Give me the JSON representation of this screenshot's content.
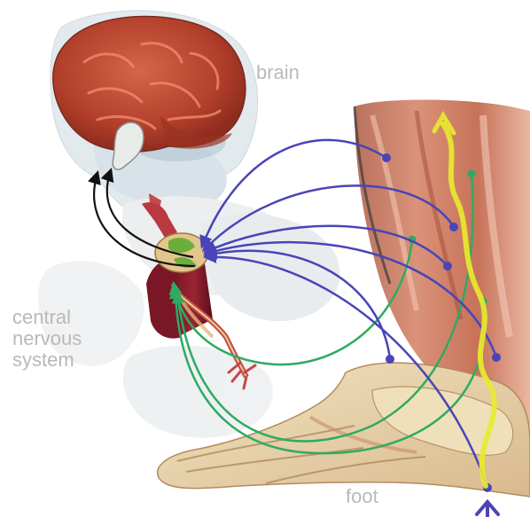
{
  "labels": {
    "brain": "brain",
    "central_nervous_system": "central\nnervous\nsystem",
    "foot": "foot"
  },
  "colors": {
    "efferent_motor_pathway": "#4a44b8",
    "afferent_sensory_pathway": "#2faa62",
    "cns_ascending_pathway": "#111111",
    "pain_signal": "#e8ea2e",
    "brain_tissue": "#c2492f",
    "spinal_cord_slice": "#e3c58e",
    "muscle": "#c96b4c",
    "bone": "#e9dcae",
    "skull_and_spine_background": "#e8ecef"
  }
}
